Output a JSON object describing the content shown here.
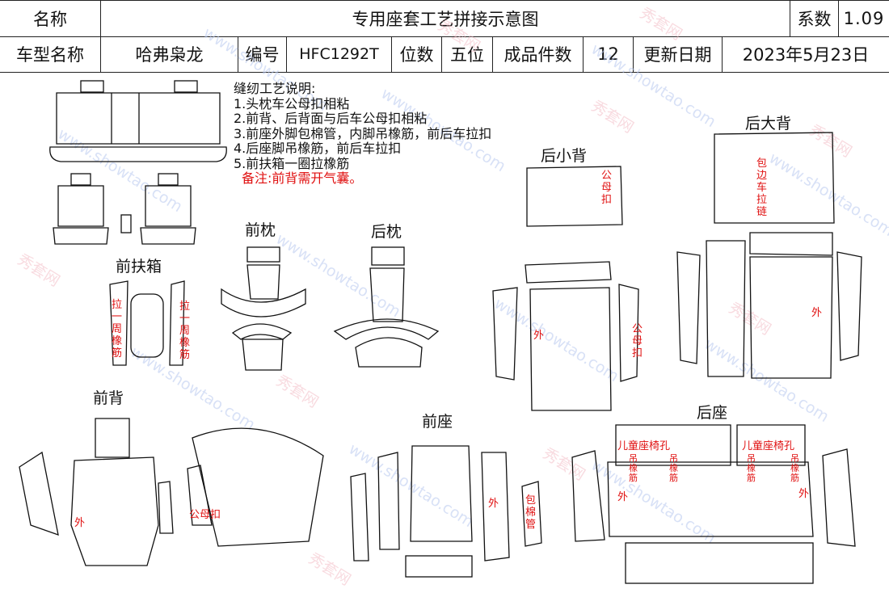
{
  "header": {
    "name_label": "名称",
    "title": "专用座套工艺拼接示意图",
    "coef_label": "系数",
    "coef_value": "1.09",
    "car_label": "车型名称",
    "car_value": "哈弗枭龙",
    "code_label": "编号",
    "code_value": "HFC1292T",
    "seats_label": "位数",
    "seats_value": "五位",
    "pieces_label": "成品件数",
    "pieces_value": "12",
    "date_label": "更新日期",
    "date_value": "2023年5月23日"
  },
  "notes": {
    "title": "缝纫工艺说明:",
    "items": [
      "1.头枕车公母扣相粘",
      "2.前背、后背面与后车公母扣相粘",
      "3.前座外脚包棉管，内脚吊橡筋，前后车拉扣",
      "4.后座脚吊橡筋，前后车拉扣",
      "5.前扶箱一圈拉橡筋"
    ],
    "remark": "备注:前背需开气囊。"
  },
  "sections": {
    "front_armrest": "前扶箱",
    "front_headrest": "前枕",
    "rear_headrest": "后枕",
    "rear_small_back": "后小背",
    "rear_big_back": "后大背",
    "front_back": "前背",
    "front_seat": "前座",
    "rear_seat": "后座"
  },
  "annotations": {
    "pull_elastic": "拉一周橡筋",
    "male_female": "公母扣",
    "outer": "外",
    "edge_zip": "包边车拉链",
    "cotton_tube": "包棉管",
    "child_seat_hole": "儿童座椅孔",
    "hang_elastic": "吊橡筋"
  },
  "watermark": {
    "site": "www.showtao.com",
    "brand": "秀套网"
  },
  "colors": {
    "annotation": "#e01010",
    "line": "#111111"
  }
}
